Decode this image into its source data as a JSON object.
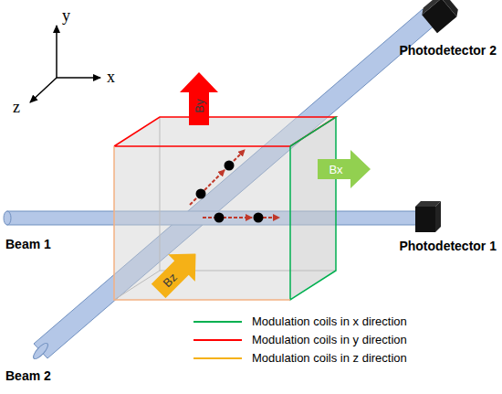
{
  "diagram": {
    "nodes": [
      {
        "text": [
          "By"
        ]
      },
      {
        "text": [
          "Bx"
        ]
      },
      {
        "text": [
          "Bz"
        ]
      }
    ],
    "labels": [
      "y",
      "x",
      "z",
      "Photodetector 2",
      "Beam 1",
      "Photodetector 1",
      "Beam 2"
    ],
    "legend": [
      {
        "text": "Modulation coils in x direction"
      },
      {
        "text": "Modulation coils in y direction"
      },
      {
        "text": "Modulation coils in z direction"
      }
    ]
  }
}
